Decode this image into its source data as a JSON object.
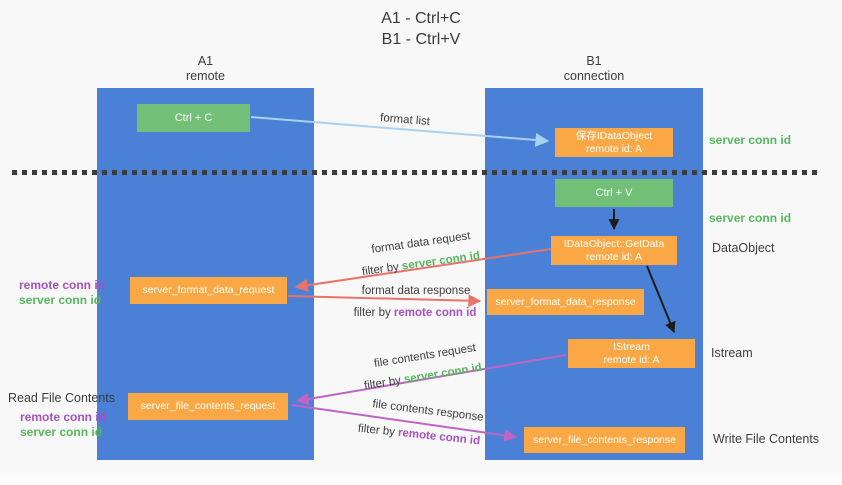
{
  "title": {
    "line1": "A1 - Ctrl+C",
    "line2": "B1 - Ctrl+V"
  },
  "lanes": {
    "a": {
      "name": "A1",
      "subtitle": "remote"
    },
    "b": {
      "name": "B1",
      "subtitle": "connection"
    }
  },
  "nodes": {
    "ctrl_c": {
      "label": "Ctrl + C"
    },
    "save_idataobject": {
      "line1": "保存IDataObject",
      "line2": "remote id: A"
    },
    "ctrl_v": {
      "label": "Ctrl + V"
    },
    "getdata": {
      "line1": "IDataObject::GetData",
      "line2": "remote id: A"
    },
    "format_request": {
      "label": "server_format_data_request"
    },
    "format_response": {
      "label": "server_format_data_response"
    },
    "istream": {
      "line1": "IStream",
      "line2": "remote id: A"
    },
    "file_request": {
      "label": "server_file_contents_request"
    },
    "file_response": {
      "label": "server_file_contents_response"
    }
  },
  "flow_labels": {
    "format_list": "format list",
    "format_data_request": "format data request",
    "format_data_response": "format data response",
    "file_contents_request": "file contents request",
    "file_contents_response": "file contents response",
    "filter_by": "filter by ",
    "server_conn_id": "server conn id",
    "remote_conn_id": "remote conn id"
  },
  "side_labels": {
    "right_server_conn_id_top": "server conn id",
    "right_server_conn_id_mid": "server conn id",
    "data_object": "DataObject",
    "istream": "Istream",
    "write_file_contents": "Write File Contents",
    "read_file_contents": "Read File Contents",
    "left_remote_conn_id_mid": "remote conn id",
    "left_server_conn_id_mid": "server conn id",
    "left_remote_conn_id_bottom": "remote conn id",
    "left_server_conn_id_bottom": "server conn id"
  },
  "colors": {
    "background": "#f8f8f8",
    "lane_fill": "#4a80d6",
    "green_node": "#72c077",
    "orange_node": "#f9a845",
    "green_text": "#55b85c",
    "purple_text": "#a751bd",
    "red_arrow": "#e8736a",
    "magenta_arrow": "#bd64c5",
    "blue_arrow": "#a9d2ee",
    "black_arrow": "#1c1c1c",
    "dark_text": "#3d3d3d",
    "dotted_line": "#3c3c3c"
  }
}
